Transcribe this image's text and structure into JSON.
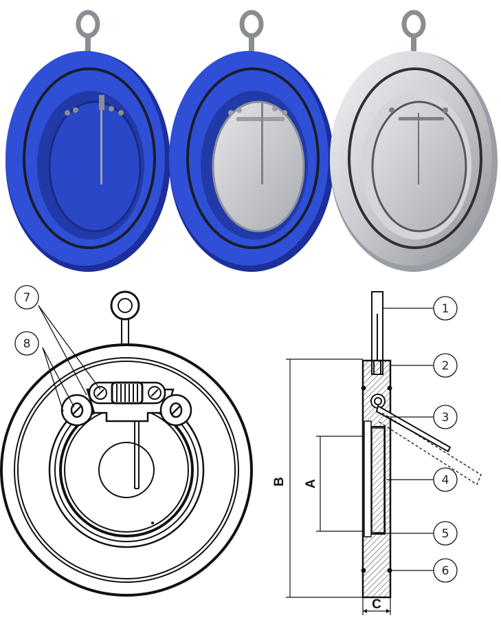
{
  "product_photos": [
    {
      "finish": "blue epoxy coated",
      "color": "#2f4fd6",
      "dark": "#1c2f9a",
      "disc": "#2a47c8"
    },
    {
      "finish": "blue body, stainless disc",
      "color": "#2f4fd6",
      "dark": "#1c2f9a",
      "disc": "#c4c6cc"
    },
    {
      "finish": "stainless steel",
      "color": "#d9dbdf",
      "dark": "#9a9da3",
      "disc": "#cfd1d6"
    }
  ],
  "callouts": [
    "1",
    "2",
    "3",
    "4",
    "5",
    "6",
    "7",
    "8"
  ],
  "dimensions": {
    "a": "A",
    "b": "B",
    "c": "C"
  }
}
